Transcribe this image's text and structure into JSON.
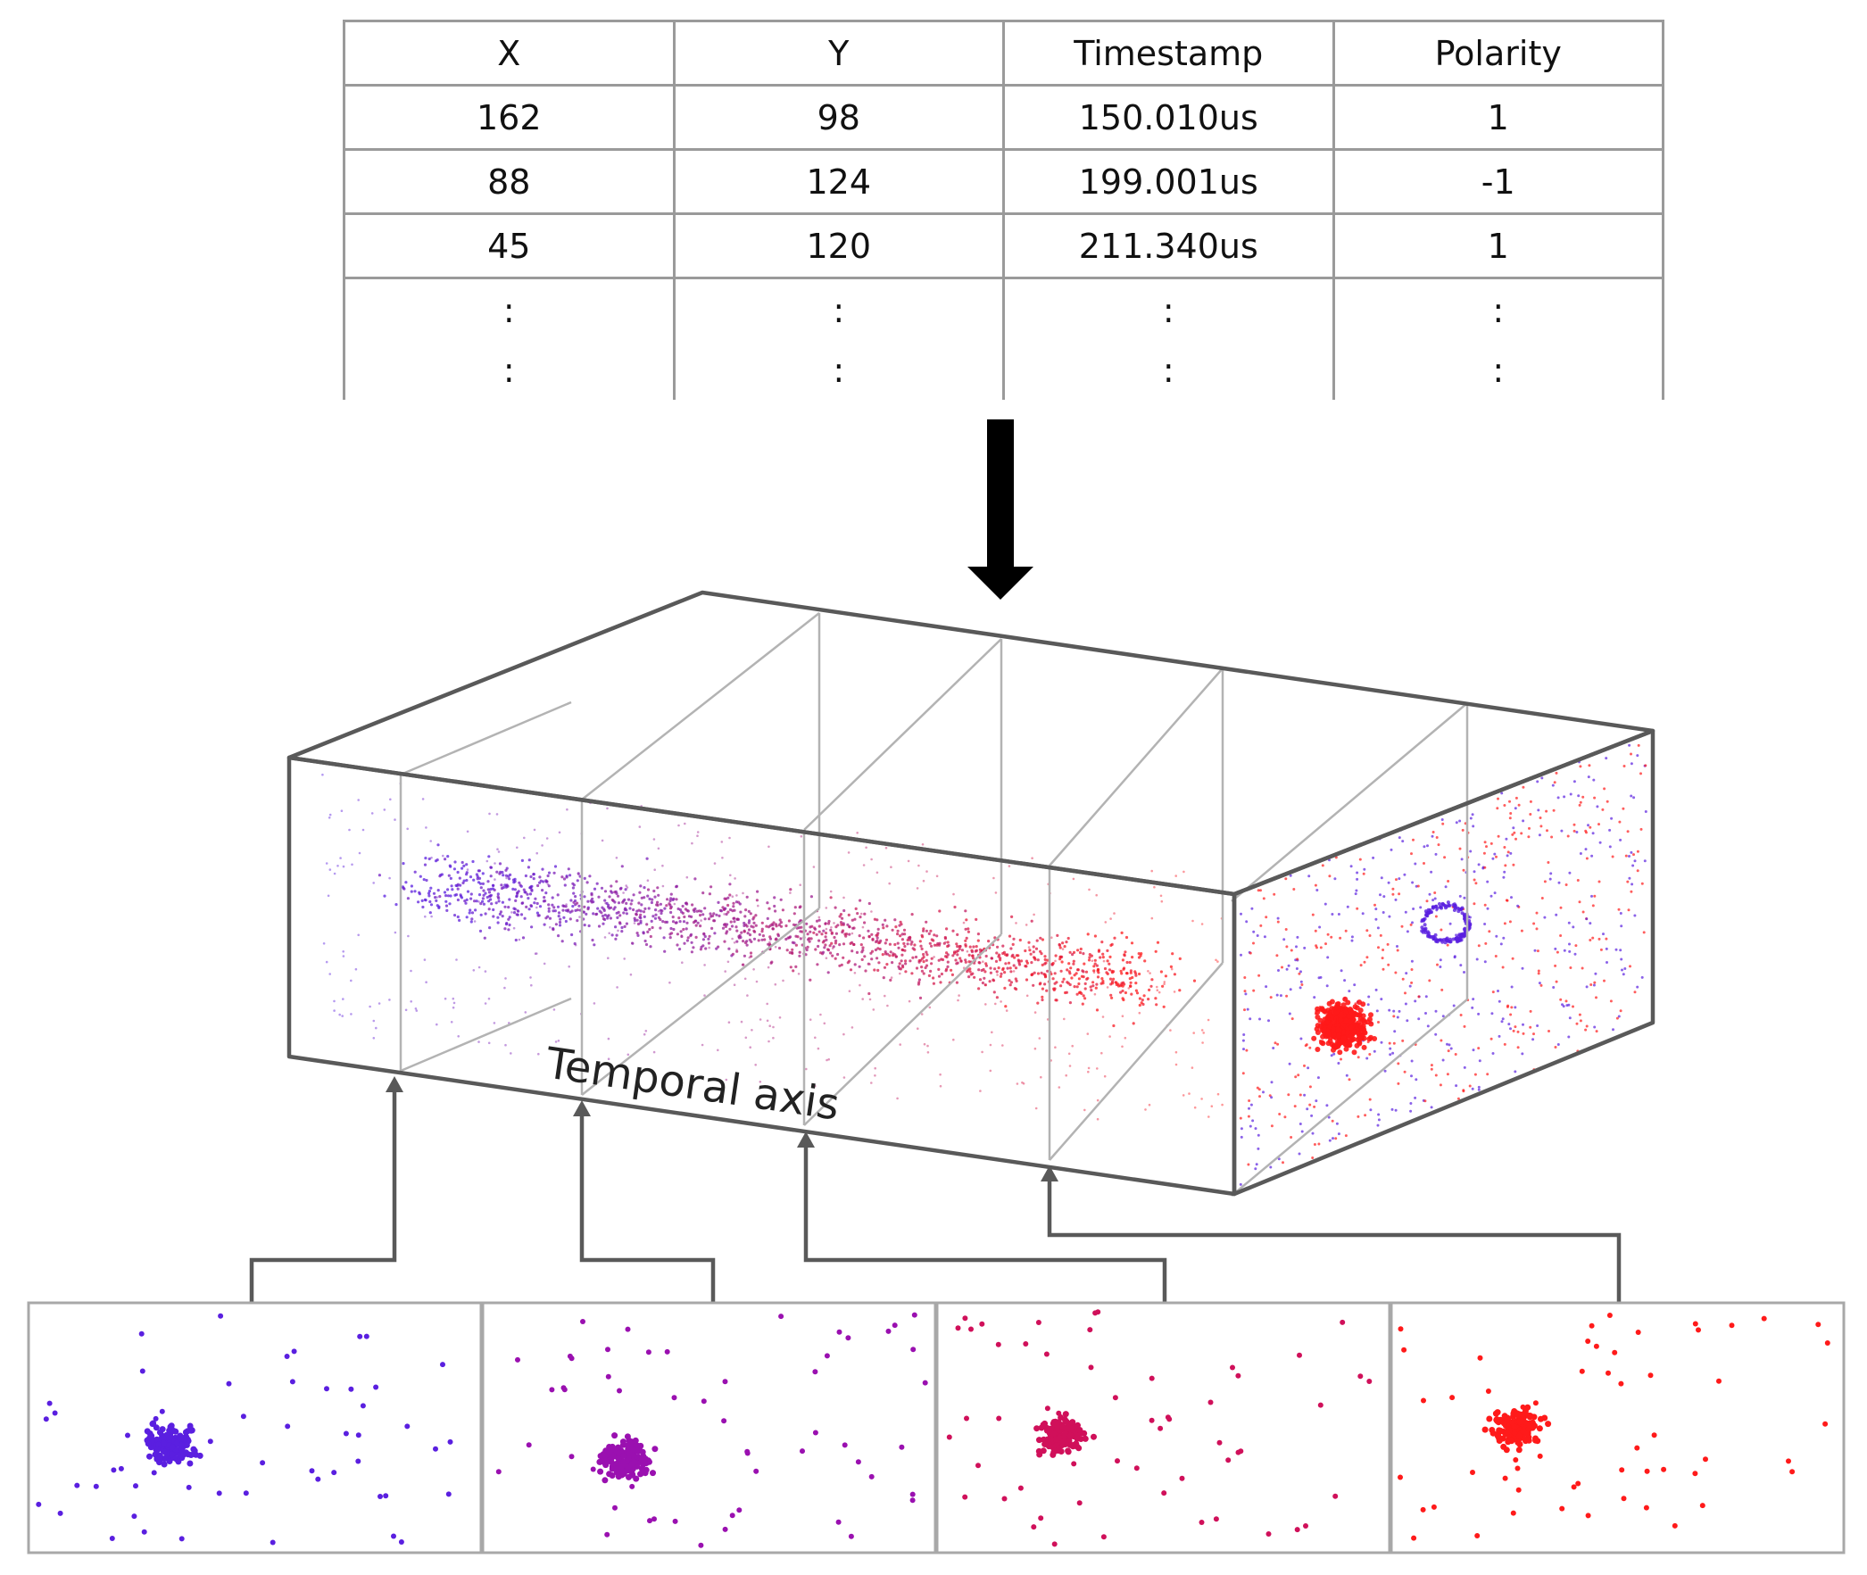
{
  "table": {
    "headers": [
      "X",
      "Y",
      "Timestamp",
      "Polarity"
    ],
    "rows": [
      [
        "162",
        "98",
        "150.010us",
        "1"
      ],
      [
        "88",
        "124",
        "199.001us",
        "-1"
      ],
      [
        "45",
        "120",
        "211.340us",
        "1"
      ]
    ],
    "continuation": ":"
  },
  "volume": {
    "axis_label": "Temporal axis"
  },
  "colors": {
    "negative_polarity": "#5a1fe0",
    "positive_polarity": "#ff1a1a",
    "frame_colors": [
      "#5a1fe0",
      "#9a10b0",
      "#d0105a",
      "#ff1a1a"
    ]
  }
}
